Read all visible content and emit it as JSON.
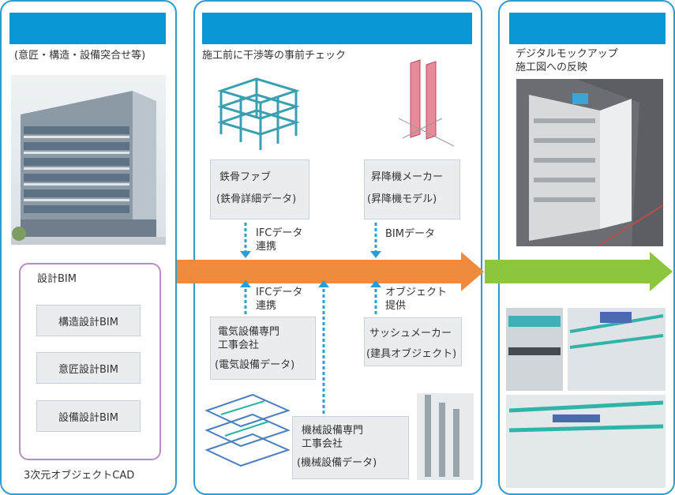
{
  "left": {
    "subtitle": "(意匠・構造・設備突合せ等)",
    "design_bim_title": "設計BIM",
    "bim_items": [
      "構造設計BIM",
      "意匠設計BIM",
      "設備設計BIM"
    ],
    "footer": "3次元オブジェクトCAD"
  },
  "middle": {
    "subtitle": "施工前に干渉等の事前チェック",
    "steel": {
      "line1": "鉄骨ファブ",
      "line2": "(鉄骨詳細データ)"
    },
    "elevator": {
      "line1": "昇降機メーカー",
      "line2": "(昇降機モデル)"
    },
    "electrical": {
      "line1": "電気設備専門",
      "line2": "工事会社",
      "line3": "(電気設備データ)"
    },
    "sash": {
      "line1": "サッシュメーカー",
      "line2": "(建具オブジェクト)"
    },
    "mechanical": {
      "line1": "機械設備専門",
      "line2": "工事会社",
      "line3": "(機械設備データ)"
    },
    "arrow_labels": {
      "ifc_top_1": "IFCデータ",
      "ifc_top_2": "連携",
      "bim_data": "BIMデータ",
      "ifc_bot_1": "IFCデータ",
      "ifc_bot_2": "連携",
      "object_1": "オブジェクト",
      "object_2": "提供"
    }
  },
  "right": {
    "subtitle_1": "デジタルモックアップ",
    "subtitle_2": "施工図への反映"
  },
  "colors": {
    "panel_border": "#2f9bd4",
    "header": "#0a97d6",
    "orange_arrow": "#f08a3c",
    "green_arrow": "#8cc63f",
    "dashed_arrow": "#2a9fd6",
    "design_box_border": "#b98cc6"
  }
}
